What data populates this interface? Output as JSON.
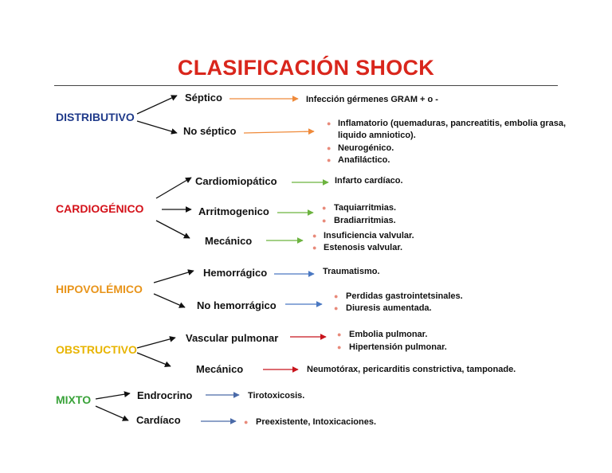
{
  "title": "CLASIFICACIÓN SHOCK",
  "colors": {
    "title": "#d9261c",
    "distributivo": "#1f3a8a",
    "cardiogenico": "#d4121a",
    "hipovolemico": "#e8941a",
    "obstructivo": "#e8b400",
    "mixto": "#3aa33a",
    "bullet": "#e88a7a"
  },
  "distributivo": {
    "label": "DISTRIBUTIVO",
    "septico": {
      "label": "Séptico",
      "result": "Infección gérmenes GRAM + o -"
    },
    "no_septico": {
      "label": "No séptico",
      "bullets": [
        "Inflamatorio (quemaduras, pancreatitis, embolia grasa,",
        "Neurogénico.",
        "Anafiláctico."
      ],
      "continuation": "liquido amniotico)."
    }
  },
  "cardiogenico": {
    "label": "CARDIOGÉNICO",
    "cardiomiopatico": {
      "label": "Cardiomiopático",
      "result": "Infarto cardíaco."
    },
    "arritmogenico": {
      "label": "Arritmogenico",
      "bullets": [
        "Taquiarritmias.",
        "Bradiarritmias."
      ]
    },
    "mecanico": {
      "label": "Mecánico",
      "bullets": [
        "Insuficiencia valvular.",
        "Estenosis valvular."
      ]
    }
  },
  "hipovolemico": {
    "label": "HIPOVOLÉMICO",
    "hemorragico": {
      "label": "Hemorrágico",
      "result": "Traumatismo."
    },
    "no_hemorragico": {
      "label": "No hemorrágico",
      "bullets": [
        "Perdidas gastrointetsinales.",
        "Diuresis aumentada."
      ]
    }
  },
  "obstructivo": {
    "label": "OBSTRUCTIVO",
    "vascular": {
      "label": "Vascular pulmonar",
      "bullets": [
        "Embolia pulmonar.",
        "Hipertensión pulmonar."
      ]
    },
    "mecanico": {
      "label": "Mecánico",
      "result": "Neumotórax, pericarditis constrictiva, tamponade."
    }
  },
  "mixto": {
    "label": "MIXTO",
    "endocrino": {
      "label": "Endrocrino",
      "result": "Tirotoxicosis."
    },
    "cardiaco": {
      "label": "Cardíaco",
      "bullets": [
        "Preexistente, Intoxicaciones."
      ]
    }
  }
}
